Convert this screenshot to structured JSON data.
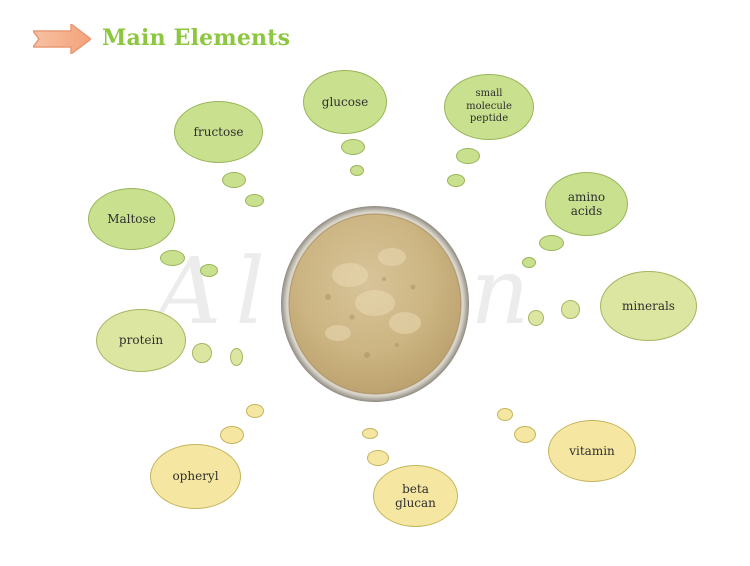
{
  "header": {
    "title": "Main Elements",
    "icon": "arrow-right-icon"
  },
  "watermark": {
    "text": "Aliisin"
  },
  "center_image": {
    "description_name": "powder-bowl"
  },
  "bubbles": {
    "glucose": "glucose",
    "small_peptide": "small\nmolecule\npeptide",
    "fructose": "fructose",
    "amino_acids": "amino\nacids",
    "maltose": "Maltose",
    "minerals": "minerals",
    "protein": "protein",
    "vitamin": "vitamin",
    "opheryl": "opheryl",
    "beta_glucan": "beta\nglucan"
  },
  "colors": {
    "title": "#8dc63f",
    "bubble_green": "#c9e08f",
    "bubble_yellow": "#f5e7a1",
    "arrow": "#f7a67f"
  }
}
